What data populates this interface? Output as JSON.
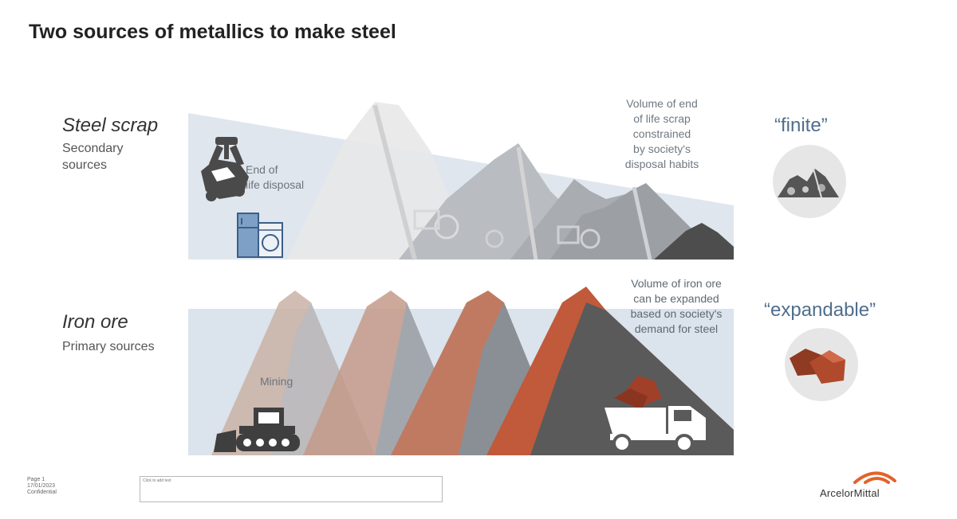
{
  "title": "Two sources of metallics to make steel",
  "steel_scrap": {
    "name": "Steel scrap",
    "subtitle_line1": "Secondary",
    "subtitle_line2": "sources",
    "process_label": "End of\nlife disposal",
    "note": "Volume of end\nof life scrap\nconstrained\nby society's\ndisposal habits",
    "tag": "“finite”"
  },
  "iron_ore": {
    "name": "Iron ore",
    "subtitle": "Primary sources",
    "process_label": "Mining",
    "note": "Volume of iron ore\ncan be expanded\nbased on society's\ndemand for steel",
    "tag": "“expandable”"
  },
  "footer": {
    "page_info": "Page 1\n17/01/2023\nConfidential",
    "textbox_placeholder": "Click to add text",
    "logo": "ArcelorMittal"
  },
  "icons": [
    "grabber-claw-icon",
    "car-scrap-icon",
    "fridge-icon",
    "washing-machine-icon",
    "scrap-pile-icon",
    "bulldozer-icon",
    "dump-truck-icon",
    "ore-rocks-icon",
    "arcelormittal-logo-icon"
  ],
  "colors": {
    "tag_blue": "#4f6e8c",
    "band_blue": "#dbe3ec",
    "ore_red": "#c05a3a",
    "mountain_dark": "#5a5a5a"
  }
}
